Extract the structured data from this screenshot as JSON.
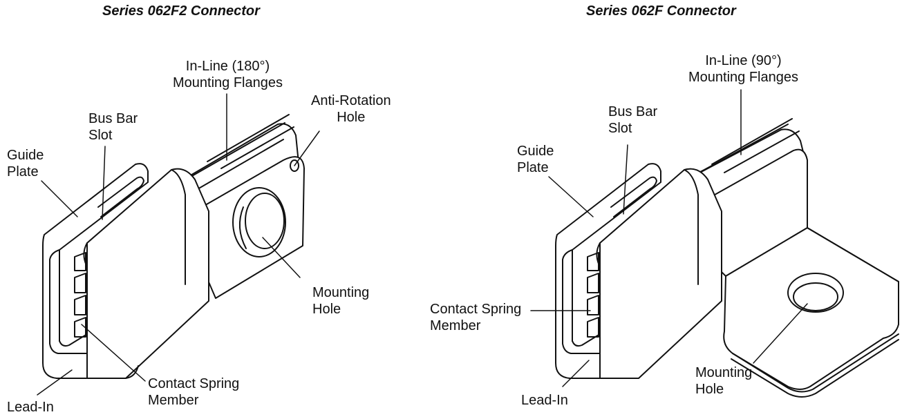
{
  "left": {
    "title": "Series 062F2 Connector",
    "labels": {
      "flanges": [
        "In-Line (180°)",
        "Mounting Flanges"
      ],
      "antirot": [
        "Anti-Rotation",
        "Hole"
      ],
      "busbar": [
        "Bus Bar",
        "Slot"
      ],
      "guide": [
        "Guide",
        "Plate"
      ],
      "mounting": [
        "Mounting",
        "Hole"
      ],
      "contact": [
        "Contact Spring",
        "Member"
      ],
      "leadin": [
        "Lead-In"
      ]
    }
  },
  "right": {
    "title": "Series 062F Connector",
    "labels": {
      "flanges": [
        "In-Line (90°)",
        "Mounting Flanges"
      ],
      "busbar": [
        "Bus Bar",
        "Slot"
      ],
      "guide": [
        "Guide",
        "Plate"
      ],
      "contact": [
        "Contact Spring",
        "Member"
      ],
      "mounting": [
        "Mounting",
        "Hole"
      ],
      "leadin": [
        "Lead-In"
      ]
    }
  }
}
